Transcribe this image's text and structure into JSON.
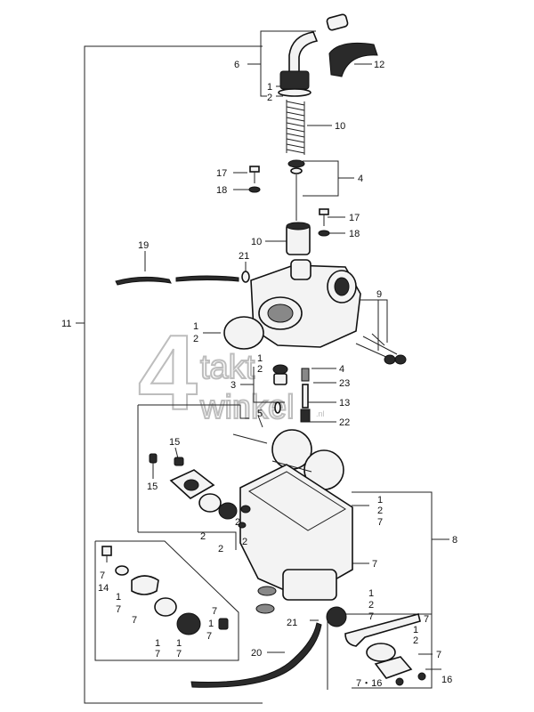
{
  "watermark": {
    "numeral": "4",
    "line1": "takt",
    "line2": "winkel",
    "suffix": ".nl"
  },
  "callouts": [
    {
      "id": "c6",
      "text": "6"
    },
    {
      "id": "c12",
      "text": "12"
    },
    {
      "id": "c1a",
      "text": "1"
    },
    {
      "id": "c2a",
      "text": "2"
    },
    {
      "id": "c10a",
      "text": "10"
    },
    {
      "id": "c4a",
      "text": "4"
    },
    {
      "id": "c17a",
      "text": "17"
    },
    {
      "id": "c18a",
      "text": "18"
    },
    {
      "id": "c17b",
      "text": "17"
    },
    {
      "id": "c18b",
      "text": "18"
    },
    {
      "id": "c10b",
      "text": "10"
    },
    {
      "id": "c19",
      "text": "19"
    },
    {
      "id": "c21a",
      "text": "21"
    },
    {
      "id": "c9",
      "text": "9"
    },
    {
      "id": "c11",
      "text": "11"
    },
    {
      "id": "c1b",
      "text": "1"
    },
    {
      "id": "c2b",
      "text": "2"
    },
    {
      "id": "c1c",
      "text": "1"
    },
    {
      "id": "c2c",
      "text": "2"
    },
    {
      "id": "c3",
      "text": "3"
    },
    {
      "id": "c4b",
      "text": "4"
    },
    {
      "id": "c23",
      "text": "23"
    },
    {
      "id": "c5",
      "text": "5"
    },
    {
      "id": "c13",
      "text": "13"
    },
    {
      "id": "c22",
      "text": "22"
    },
    {
      "id": "c15a",
      "text": "15"
    },
    {
      "id": "c15b",
      "text": "15"
    },
    {
      "id": "c1d",
      "text": "1"
    },
    {
      "id": "c2d",
      "text": "2"
    },
    {
      "id": "c7a",
      "text": "7"
    },
    {
      "id": "c8",
      "text": "8"
    },
    {
      "id": "c2e",
      "text": "2"
    },
    {
      "id": "c2f",
      "text": "2"
    },
    {
      "id": "c2g",
      "text": "2"
    },
    {
      "id": "c7b",
      "text": "7"
    },
    {
      "id": "c2h",
      "text": "2"
    },
    {
      "id": "c7c",
      "text": "7"
    },
    {
      "id": "c14",
      "text": "14"
    },
    {
      "id": "c1e",
      "text": "1"
    },
    {
      "id": "c7d",
      "text": "7"
    },
    {
      "id": "c7e",
      "text": "7"
    },
    {
      "id": "c1f",
      "text": "1"
    },
    {
      "id": "c2i",
      "text": "2"
    },
    {
      "id": "c7f",
      "text": "7"
    },
    {
      "id": "c1g",
      "text": "1"
    },
    {
      "id": "c7g",
      "text": "7"
    },
    {
      "id": "c1h",
      "text": "1"
    },
    {
      "id": "c7h",
      "text": "7"
    },
    {
      "id": "c7i",
      "text": "7"
    },
    {
      "id": "c1i",
      "text": "1"
    },
    {
      "id": "c7j",
      "text": "7"
    },
    {
      "id": "c21b",
      "text": "21"
    },
    {
      "id": "c20",
      "text": "20"
    },
    {
      "id": "c1j",
      "text": "1"
    },
    {
      "id": "c2j",
      "text": "2"
    },
    {
      "id": "c7k",
      "text": "7"
    },
    {
      "id": "c7l",
      "text": "7"
    },
    {
      "id": "c716",
      "text": "7・16"
    },
    {
      "id": "c16",
      "text": "16"
    }
  ]
}
